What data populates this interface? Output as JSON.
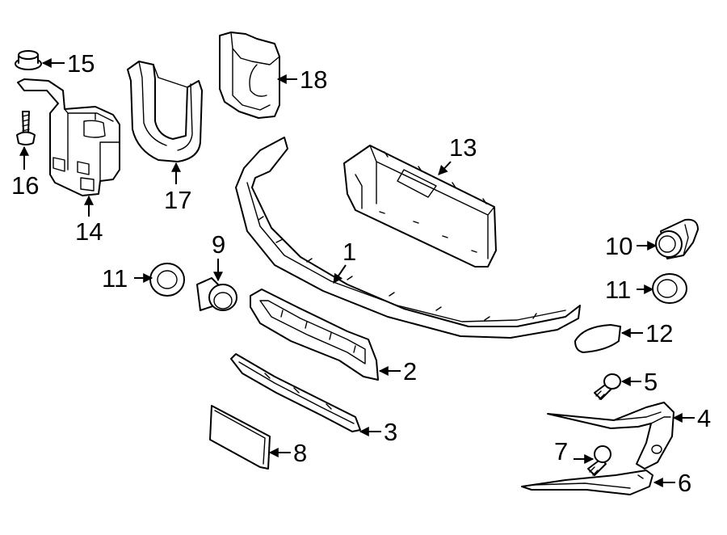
{
  "callouts": {
    "n1": "1",
    "n2": "2",
    "n3": "3",
    "n4": "4",
    "n5": "5",
    "n6": "6",
    "n7": "7",
    "n8": "8",
    "n9": "9",
    "n10": "10",
    "n11a": "11",
    "n11b": "11",
    "n12": "12",
    "n13": "13",
    "n14": "14",
    "n15": "15",
    "n16": "16",
    "n17": "17",
    "n18": "18"
  }
}
